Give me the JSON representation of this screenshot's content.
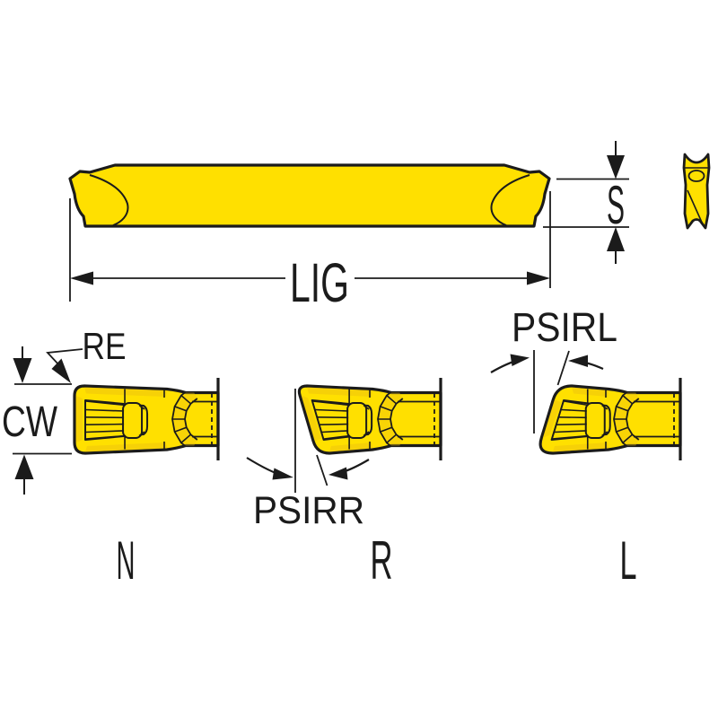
{
  "labels": {
    "lig": "LIG",
    "s": "S",
    "re": "RE",
    "cw": "CW",
    "psirr": "PSIRR",
    "psirl": "PSIRL"
  },
  "variants": [
    {
      "code": "N"
    },
    {
      "code": "R"
    },
    {
      "code": "L"
    }
  ],
  "colors": {
    "insert_yellow": "#FFE000",
    "shade": "#EDC20E",
    "outline": "#1B1B1B",
    "background": "#FFFFFF"
  }
}
